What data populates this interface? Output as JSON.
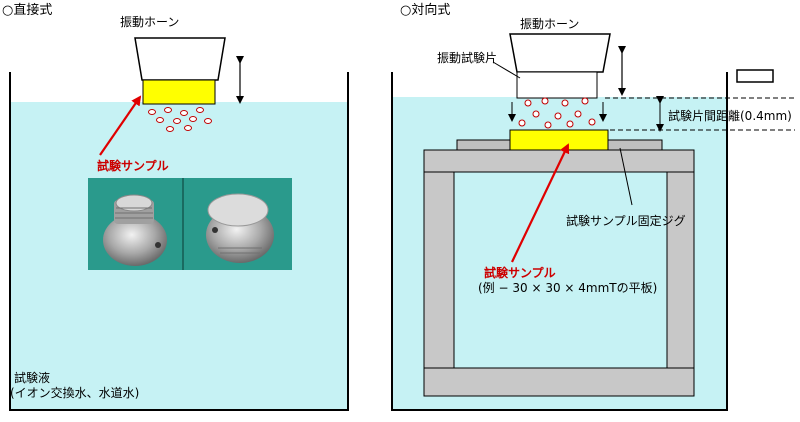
{
  "left": {
    "title": "○直接式",
    "horn_label": "振動ホーン",
    "sample_label": "試験サンプル",
    "liquid_label_1": "試験液",
    "liquid_label_2": "(イオン交換水、水道水)"
  },
  "right": {
    "title": "○対向式",
    "horn_label": "振動ホーン",
    "specimen_label": "振動試験片",
    "gap_label": "試験片間距離(0.4mm)",
    "jig_label": "試験サンプル固定ジグ",
    "sample_label": "試験サンプル",
    "sample_note": "(例 − 30 × 30 × 4mmTの平板)"
  },
  "colors": {
    "water": "#c6f2f4",
    "sample": "#ffff00",
    "jig": "#c8c8c8",
    "arrow": "#e00000",
    "photo_bg": "#2a9a8c"
  }
}
